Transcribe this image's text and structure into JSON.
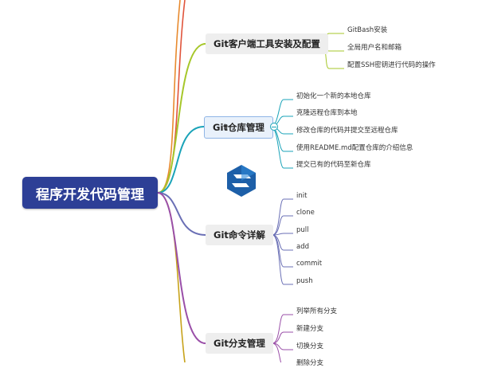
{
  "root": {
    "label": "程序开发代码管理",
    "color": "#2d3f96"
  },
  "branches": [
    {
      "label": "Git客户端工具安装及配置",
      "color": "#a6c72a",
      "leaves": [
        "GitBash安装",
        "全局用户名和邮箱",
        "配置SSH密钥进行代码的操作"
      ]
    },
    {
      "label": "Git仓库管理",
      "color": "#1aa3b8",
      "selected": true,
      "leaves": [
        "初始化一个新的本地仓库",
        "克隆远程仓库到本地",
        "修改仓库的代码并提交至远程仓库",
        "使用README.md配置仓库的介绍信息",
        "提交已有的代码至新仓库"
      ]
    },
    {
      "label": "Git命令详解",
      "color": "#6a6fb5",
      "leaves": [
        "init",
        "clone",
        "pull",
        "add",
        "commit",
        "push"
      ]
    },
    {
      "label": "Git分支管理",
      "color": "#9a4fa8",
      "leaves": [
        "列举所有分支",
        "新建分支",
        "切换分支",
        "删除分支"
      ]
    }
  ],
  "extra_lines": [
    "#e88a2e",
    "#e0543b",
    "#c7a21a"
  ]
}
